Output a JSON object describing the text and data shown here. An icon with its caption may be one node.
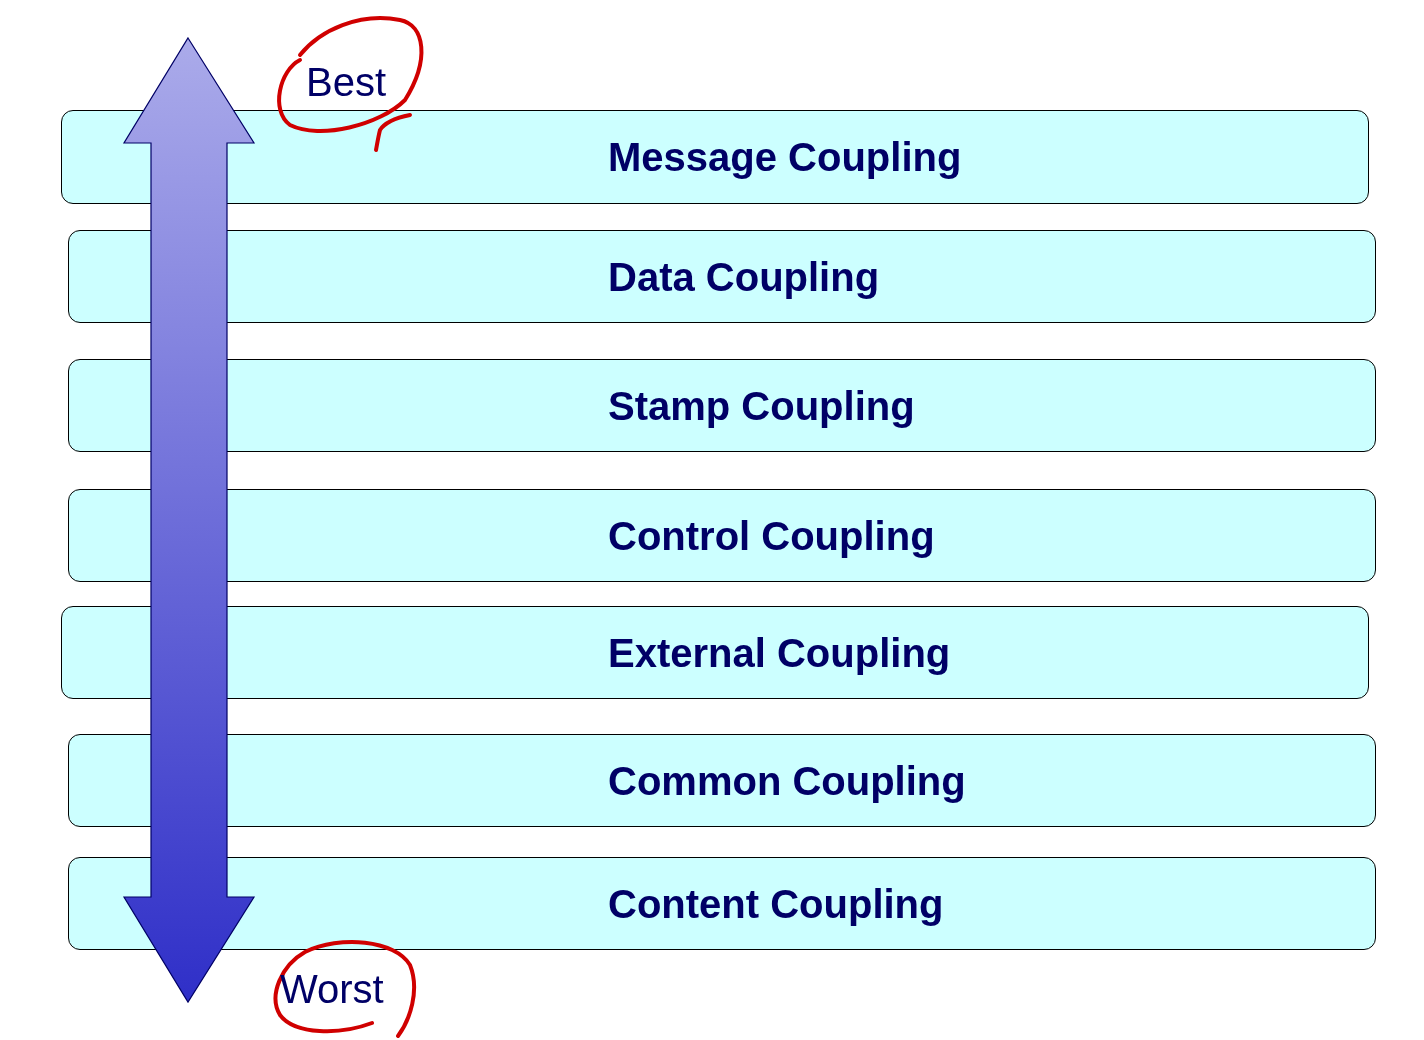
{
  "diagram": {
    "nodes": [
      {
        "text": [
          "Message Coupling"
        ]
      },
      {
        "text": [
          "Data Coupling"
        ]
      },
      {
        "text": [
          "Stamp Coupling"
        ]
      },
      {
        "text": [
          "Control Coupling"
        ]
      },
      {
        "text": [
          "External Coupling"
        ]
      },
      {
        "text": [
          "Common Coupling"
        ]
      },
      {
        "text": [
          "Content Coupling"
        ]
      }
    ],
    "labels": [
      "Best",
      "Worst"
    ]
  }
}
